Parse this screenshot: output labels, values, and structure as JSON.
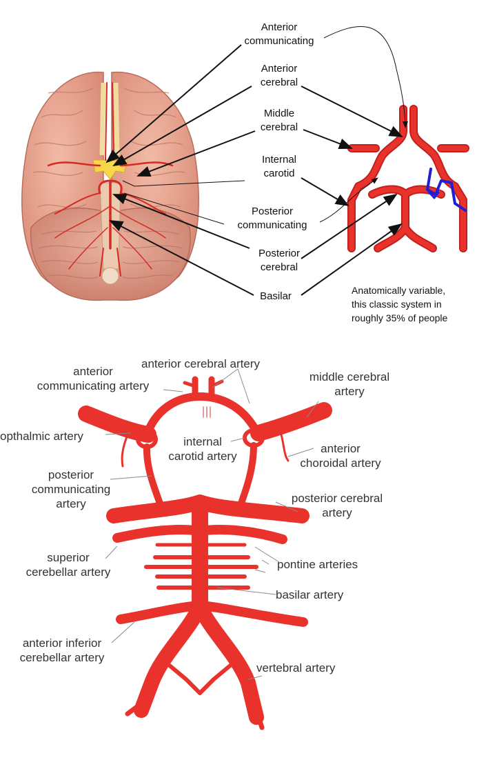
{
  "top_labels": {
    "anterior_communicating": [
      "Anterior",
      "communicating"
    ],
    "anterior_cerebral": [
      "Anterior",
      "cerebral"
    ],
    "middle_cerebral": [
      "Middle",
      "cerebral"
    ],
    "internal_carotid": [
      "Internal",
      "carotid"
    ],
    "posterior_communicating": [
      "Posterior",
      "communicating"
    ],
    "posterior_cerebral": [
      "Posterior",
      "cerebral"
    ],
    "basilar": [
      "Basilar"
    ]
  },
  "note": [
    "Anatomically variable,",
    "this classic system in",
    "roughly 35% of people"
  ],
  "bottom_labels": {
    "anterior_communicating_artery": [
      "anterior",
      "communicating artery"
    ],
    "anterior_cerebral_artery": [
      "anterior cerebral artery"
    ],
    "middle_cerebral_artery": [
      "middle cerebral",
      "artery"
    ],
    "opthalmic_artery": [
      "opthalmic artery"
    ],
    "internal_carotid_artery": [
      "internal",
      "carotid artery"
    ],
    "anterior_choroidal_artery": [
      "anterior",
      "choroidal artery"
    ],
    "posterior_communicating_artery": [
      "posterior",
      "communicating",
      "artery"
    ],
    "posterior_cerebral_artery": [
      "posterior cerebral",
      "artery"
    ],
    "superior_cerebellar_artery": [
      "superior",
      "cerebellar artery"
    ],
    "pontine_arteries": [
      "pontine arteries"
    ],
    "basilar_artery": [
      "basilar artery"
    ],
    "anterior_inferior_cerebellar_artery": [
      "anterior inferior",
      "cerebellar artery"
    ],
    "vertebral_artery": [
      "vertebral artery"
    ]
  },
  "colors": {
    "artery": "#e8322b",
    "artery_dark": "#c0211c",
    "brain": "#eaa58f",
    "brain_dark": "#c9786a",
    "chiasm": "#f7d84a",
    "blue_path": "#1f1fd6"
  }
}
